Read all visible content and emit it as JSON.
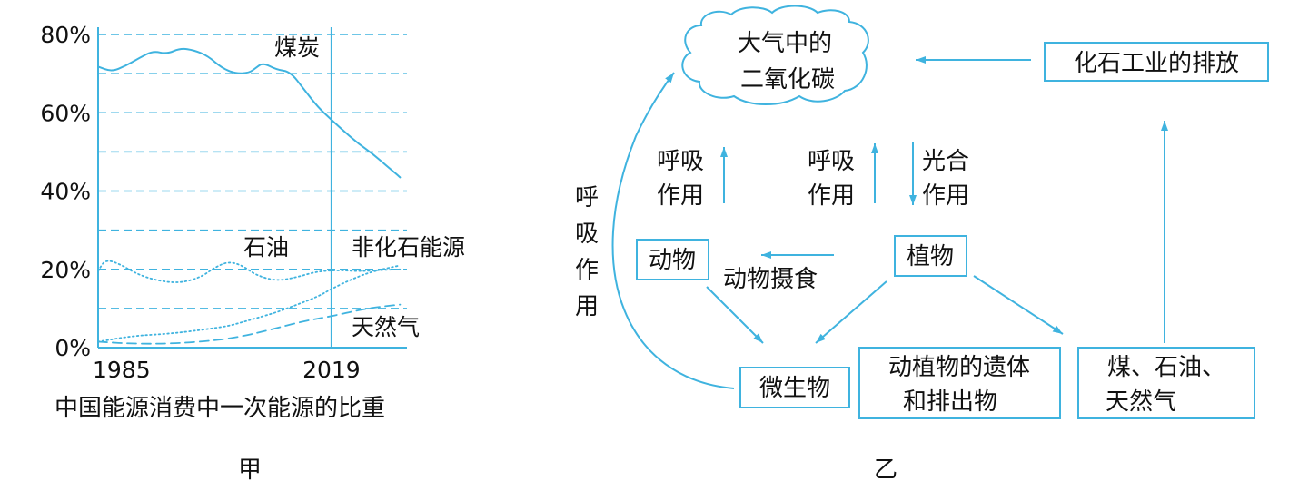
{
  "colors": {
    "line": "#3fb3df",
    "text": "#111111"
  },
  "chart_data": {
    "type": "line",
    "title": "中国能源消费中一次能源的比重",
    "caption": "甲",
    "xlabel": "",
    "ylabel": "",
    "x_tick_labels": [
      "1985",
      "2019"
    ],
    "x_range": [
      1985,
      2030
    ],
    "y_tick_labels": [
      "80%",
      "60%",
      "40%",
      "20%",
      "0%"
    ],
    "ylim": [
      0,
      80
    ],
    "y_gridlines": [
      10,
      20,
      30,
      40,
      50,
      60,
      70,
      80
    ],
    "marker_year": 2019,
    "series": [
      {
        "name": "煤炭",
        "style": "solid",
        "x": [
          1985,
          1987,
          1989,
          1991,
          1993,
          1995,
          1997,
          1999,
          2001,
          2003,
          2005,
          2007,
          2008,
          2009,
          2011,
          2013,
          2015,
          2017,
          2019,
          2021,
          2023,
          2025,
          2027,
          2029
        ],
        "y": [
          71.8,
          70.5,
          72.0,
          74.0,
          75.8,
          75.0,
          76.5,
          76.0,
          74.5,
          71.5,
          70.0,
          70.2,
          71.5,
          72.8,
          71.0,
          70.5,
          66.0,
          61.5,
          58.2,
          55.0,
          52.0,
          49.5,
          46.5,
          43.5
        ]
      },
      {
        "name": "石油",
        "style": "dotted",
        "x": [
          1985,
          1986,
          1988,
          1991,
          1994,
          1997,
          2000,
          2002,
          2004,
          2006,
          2008,
          2011,
          2014,
          2017,
          2020,
          2023,
          2026,
          2029
        ],
        "y": [
          19.5,
          22.5,
          21.5,
          18.5,
          17.0,
          16.5,
          18.0,
          20.5,
          22.0,
          21.0,
          18.5,
          17.0,
          18.0,
          19.5,
          19.8,
          19.5,
          19.8,
          20.0
        ]
      },
      {
        "name": "非化石能源",
        "style": "dotted",
        "x": [
          1985,
          1990,
          1995,
          2000,
          2004,
          2006,
          2008,
          2011,
          2014,
          2017,
          2019,
          2022,
          2025,
          2029
        ],
        "y": [
          1.5,
          3.0,
          3.5,
          4.5,
          5.5,
          6.5,
          7.5,
          9.0,
          11.0,
          13.0,
          15.0,
          17.5,
          19.5,
          21.0
        ]
      },
      {
        "name": "天然气",
        "style": "dashed",
        "x": [
          1985,
          1990,
          1995,
          2000,
          2005,
          2010,
          2015,
          2019,
          2024,
          2029
        ],
        "y": [
          1.5,
          1.0,
          1.0,
          1.5,
          2.5,
          4.5,
          6.8,
          8.0,
          10.0,
          11.0
        ]
      }
    ]
  },
  "diagram": {
    "caption": "乙",
    "co2_line1": "大气中的",
    "co2_line2": "二氧化碳",
    "industry": "化石工业的排放",
    "animal": "动物",
    "plant": "植物",
    "microbe": "微生物",
    "remains_line1": "动植物的遗体",
    "remains_line2": "和排出物",
    "fuels_line1": "煤、石油、",
    "fuels_line2": "天然气",
    "resp_animal_1": "呼吸",
    "resp_animal_2": "作用",
    "resp_plant_1": "呼吸",
    "resp_plant_2": "作用",
    "photo_1": "光合",
    "photo_2": "作用",
    "feeding": "动物摄食",
    "resp_microbe": [
      "呼",
      "吸",
      "作",
      "用"
    ]
  }
}
